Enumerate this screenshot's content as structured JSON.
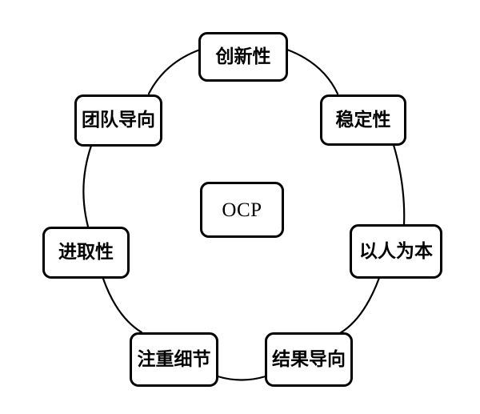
{
  "diagram": {
    "title": "OCP",
    "type": "circular-cycle",
    "stroke_color": "#000000",
    "fill_color": "#ffffff",
    "background": "#ffffff",
    "center": {
      "id": "ocp",
      "label": "OCP"
    },
    "nodes": [
      {
        "id": "innovation",
        "label": "创新性",
        "position": "top",
        "angle_deg": 90
      },
      {
        "id": "stability",
        "label": "稳定性",
        "position": "upper-right",
        "angle_deg": 38
      },
      {
        "id": "people",
        "label": "以人为本",
        "position": "right",
        "angle_deg": -13
      },
      {
        "id": "results",
        "label": "结果导向",
        "position": "lower-right",
        "angle_deg": -64
      },
      {
        "id": "detail",
        "label": "注重细节",
        "position": "lower-left",
        "angle_deg": -116
      },
      {
        "id": "aggressive",
        "label": "进取性",
        "position": "left",
        "angle_deg": 167
      },
      {
        "id": "team",
        "label": "团队导向",
        "position": "upper-left",
        "angle_deg": 142
      }
    ],
    "connectors": [
      {
        "id": "arc-team-innovation",
        "from": "team",
        "to": "innovation"
      },
      {
        "id": "arc-innovation-stability",
        "from": "innovation",
        "to": "stability"
      },
      {
        "id": "arc-stability-people",
        "from": "stability",
        "to": "people"
      },
      {
        "id": "arc-people-results",
        "from": "people",
        "to": "results"
      },
      {
        "id": "arc-results-detail",
        "from": "results",
        "to": "detail"
      },
      {
        "id": "arc-detail-aggressive",
        "from": "detail",
        "to": "aggressive"
      },
      {
        "id": "arc-aggressive-team",
        "from": "aggressive",
        "to": "team"
      }
    ]
  }
}
